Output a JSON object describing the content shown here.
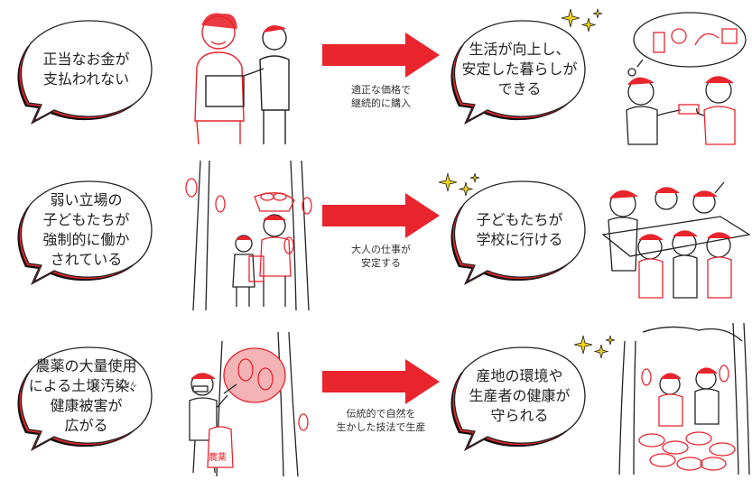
{
  "rows": [
    {
      "problem": [
        "正当なお金が",
        "支払われない"
      ],
      "action": [
        "適正な価格で",
        "継続的に購入"
      ],
      "result": [
        "生活が向上し、",
        "安定した暮らしが",
        "できる"
      ]
    },
    {
      "problem": [
        "弱い立場の",
        "子どもたちが",
        "強制的に働か",
        "されている"
      ],
      "action": [
        "大人の仕事が",
        "安定する"
      ],
      "result": [
        "子どもたちが",
        "学校に行ける"
      ]
    },
    {
      "problem": [
        "農薬の大量使用",
        "による土壌汚染、",
        "健康被害が",
        "広がる"
      ],
      "problem_ruby": "お せん",
      "action": [
        "伝統的で自然を",
        "生かした技法で生産"
      ],
      "result": [
        "産地の環境や",
        "生産者の健康が",
        "守られる"
      ],
      "bag_label": "農薬"
    }
  ],
  "colors": {
    "accent": "#e8242c",
    "shadow": "#111111",
    "line": "#222222"
  }
}
